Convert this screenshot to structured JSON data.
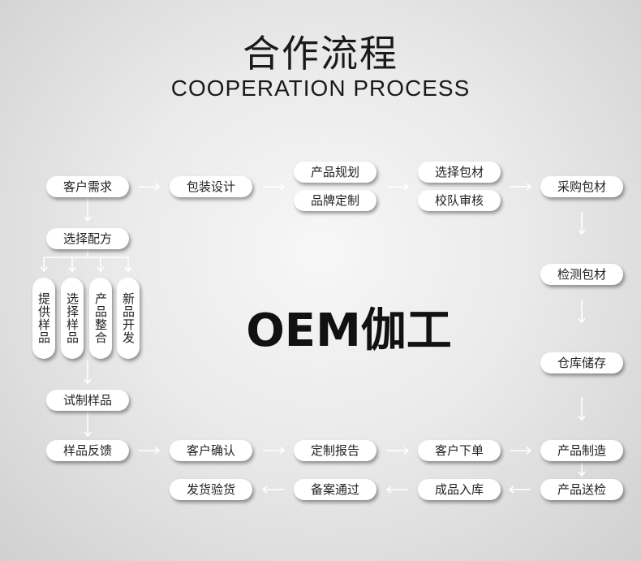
{
  "title_cn": "合作流程",
  "title_en": "COOPERATION PROCESS",
  "center_title": "OEM伽工",
  "steps": {
    "customer_demand": "客户需求",
    "package_design": "包装设计",
    "product_planning": "产品规划",
    "brand_customization": "品牌定制",
    "choose_material": "选择包材",
    "team_review": "校队审核",
    "purchase_material": "采购包材",
    "choose_formula": "选择配方",
    "provide_samples": "提供样品",
    "choose_samples": "选择样品",
    "product_integration": "产品整合",
    "new_product_dev": "新品开发",
    "inspect_material": "检测包材",
    "warehouse_storage": "仓库储存",
    "trial_samples": "试制样品",
    "sample_feedback": "样品反馈",
    "customer_confirm": "客户确认",
    "custom_report": "定制报告",
    "customer_order": "客户下单",
    "product_manufacture": "产品制造",
    "shipping_inspection": "发货验货",
    "filing_approval": "备案通过",
    "finished_storage": "成品入库",
    "product_inspection": "产品送检"
  }
}
